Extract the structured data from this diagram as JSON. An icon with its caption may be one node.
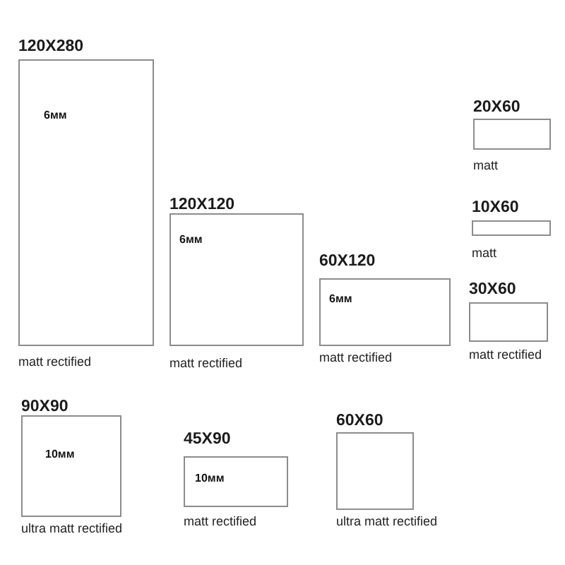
{
  "diagram": {
    "nodes": [
      {
        "text": [
          "120X280",
          "6мм"
        ],
        "beside": [
          "matt rectified"
        ]
      },
      {
        "text": [
          "120X120",
          "6мм"
        ],
        "beside": [
          "matt rectified"
        ]
      },
      {
        "text": [
          "60X120",
          "6мм"
        ],
        "beside": [
          "matt rectified"
        ]
      },
      {
        "text": [
          "20X60"
        ],
        "beside": [
          "matt"
        ]
      },
      {
        "text": [
          "10X60"
        ],
        "beside": [
          "matt"
        ]
      },
      {
        "text": [
          "30X60"
        ],
        "beside": [
          "matt rectified"
        ]
      },
      {
        "text": [
          "90X90",
          "10мм"
        ],
        "beside": [
          "ultra matt rectified"
        ]
      },
      {
        "text": [
          "45X90",
          "10мм"
        ],
        "beside": [
          "matt rectified"
        ]
      },
      {
        "text": [
          "60X60"
        ],
        "beside": [
          "ultra matt rectified"
        ]
      }
    ]
  }
}
